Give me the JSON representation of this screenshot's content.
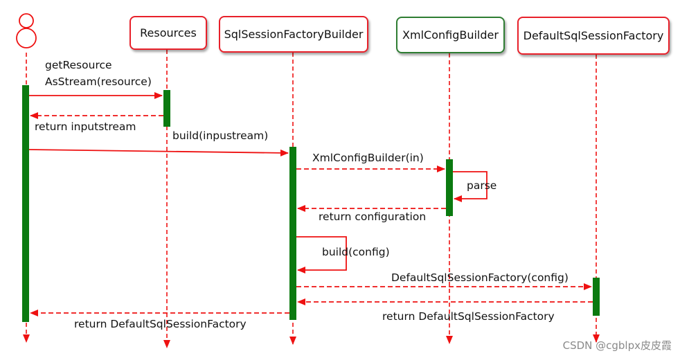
{
  "participants": {
    "resources": "Resources",
    "builder": "SqlSessionFactoryBuilder",
    "xml": "XmlConfigBuilder",
    "factory": "DefaultSqlSessionFactory"
  },
  "messages": {
    "get_resource_line1": "getResource",
    "get_resource_line2": "AsStream(resource)",
    "return_inputstream": "return inputstream",
    "build_inputstream": "build(inpustream)",
    "xml_config_builder": "XmlConfigBuilder(in)",
    "parse": "parse",
    "return_configuration": "return configuration",
    "build_config": "build(config)",
    "factory_constructor": "DefaultSqlSessionFactory(config)",
    "return_factory_right": "return DefaultSqlSessionFactory",
    "return_factory_left": "return DefaultSqlSessionFactory"
  },
  "watermark": "CSDN @cgblpx皮皮霞",
  "colors": {
    "line": "#ee1111",
    "activation": "#0b7a10",
    "box_border": "#e8202a",
    "box_border_green": "#2e7d32"
  }
}
